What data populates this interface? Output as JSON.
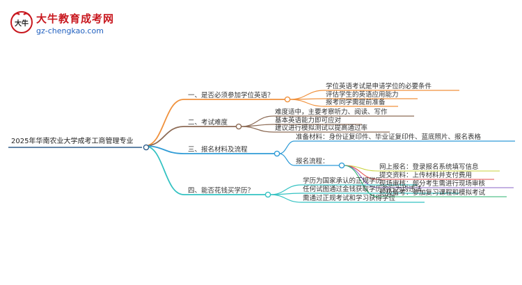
{
  "brand": {
    "name": "大牛教育成考网",
    "url": "gz-chengkao.com",
    "mark_glyph": "大牛"
  },
  "mindmap": {
    "root": "2025年华南农业大学成考工商管理专业",
    "branches": [
      {
        "label": "一、是否必须参加学位英语？",
        "color": "#f0913c",
        "children": [
          {
            "label": "学位英语考试是申请学位的必要条件"
          },
          {
            "label": "评估学生的英语应用能力"
          },
          {
            "label": "报考同学需提前准备"
          }
        ]
      },
      {
        "label": "二、考试难度",
        "color": "#8c6a54",
        "children": [
          {
            "label": "难度适中，主要考察听力、阅读、写作"
          },
          {
            "label": "基本英语能力即可应对"
          },
          {
            "label": "建议进行模拟测试以提高通过率"
          }
        ]
      },
      {
        "label": "三、报名材料及流程",
        "color": "#2f9bd6",
        "children": [
          {
            "label": "准备材料：身份证复印件、毕业证复印件、蓝底照片、报名表格"
          },
          {
            "label": "报名流程：",
            "children": [
              {
                "label": "网上报名：登录报名系统填写信息"
              },
              {
                "label": "提交资料：上传材料并支付费用"
              },
              {
                "label": "现场审核：部分考生需进行现场审核"
              },
              {
                "label": "积极备考：参加复习课程和模拟考试"
              }
            ]
          }
        ]
      },
      {
        "label": "四、能否花钱买学历？",
        "color": "#33c2c2",
        "children": [
          {
            "label": "学历为国家承认的正规学历"
          },
          {
            "label": "任何试图通过金钱获取学历的行为均违法"
          },
          {
            "label": "需通过正规考试和学习获得学位"
          }
        ]
      }
    ],
    "sub_colors": [
      "#c8d23a",
      "#e04a4a",
      "#8a63c6",
      "#2ab36e"
    ]
  }
}
